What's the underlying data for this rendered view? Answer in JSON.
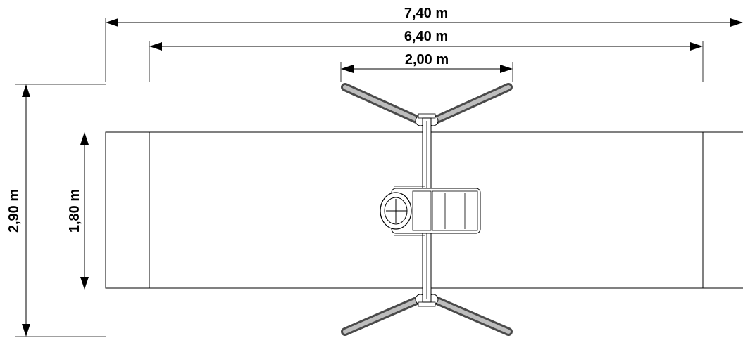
{
  "dimensions": {
    "total_length": "7,40 m",
    "area_length": "6,40 m",
    "frame_width": "2,00 m",
    "total_width": "2,90 m",
    "area_width": "1,80 m"
  },
  "colors": {
    "line": "#000000",
    "arm_dark": "#4a4a4a",
    "arm_light": "#bdbdbd",
    "background": "#ffffff"
  }
}
